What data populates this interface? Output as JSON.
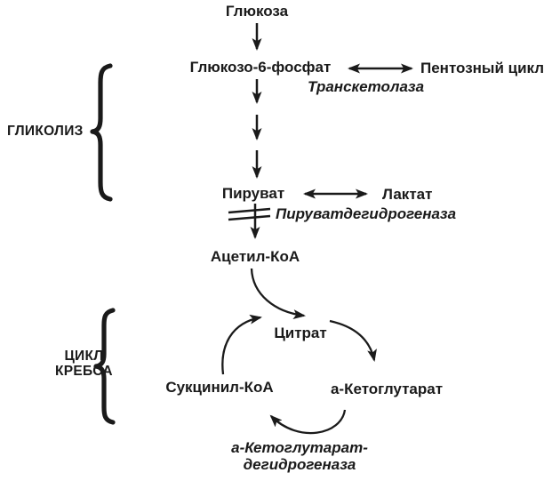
{
  "diagram": {
    "labels": {
      "glycolysis": "ГЛИКОЛИЗ",
      "krebs_line1": "ЦИКЛ",
      "krebs_line2": "КРЕБСА"
    },
    "nodes": {
      "glucose": "Глюкоза",
      "glucose6phosphate": "Глюкозо-6-фосфат",
      "pentose_cycle": "Пентозный цикл",
      "pyruvate": "Пируват",
      "lactate": "Лактат",
      "acetyl_coa": "Ацетил-КоА",
      "citrate": "Цитрат",
      "succinyl_coa": "Сукцинил-КоА",
      "alpha_ketoglutarate": "а-Кетоглутарат"
    },
    "enzymes": {
      "transketolase": "Транскетолаза",
      "pyruvate_dehydrogenase": "Пируватдегидрогеназа",
      "kg_dehydrogenase_line1": "а-Кетоглутарат-",
      "kg_dehydrogenase_line2": "дегидрогеназа"
    },
    "colors": {
      "ink": "#1a1a1a",
      "background": "#ffffff"
    }
  }
}
